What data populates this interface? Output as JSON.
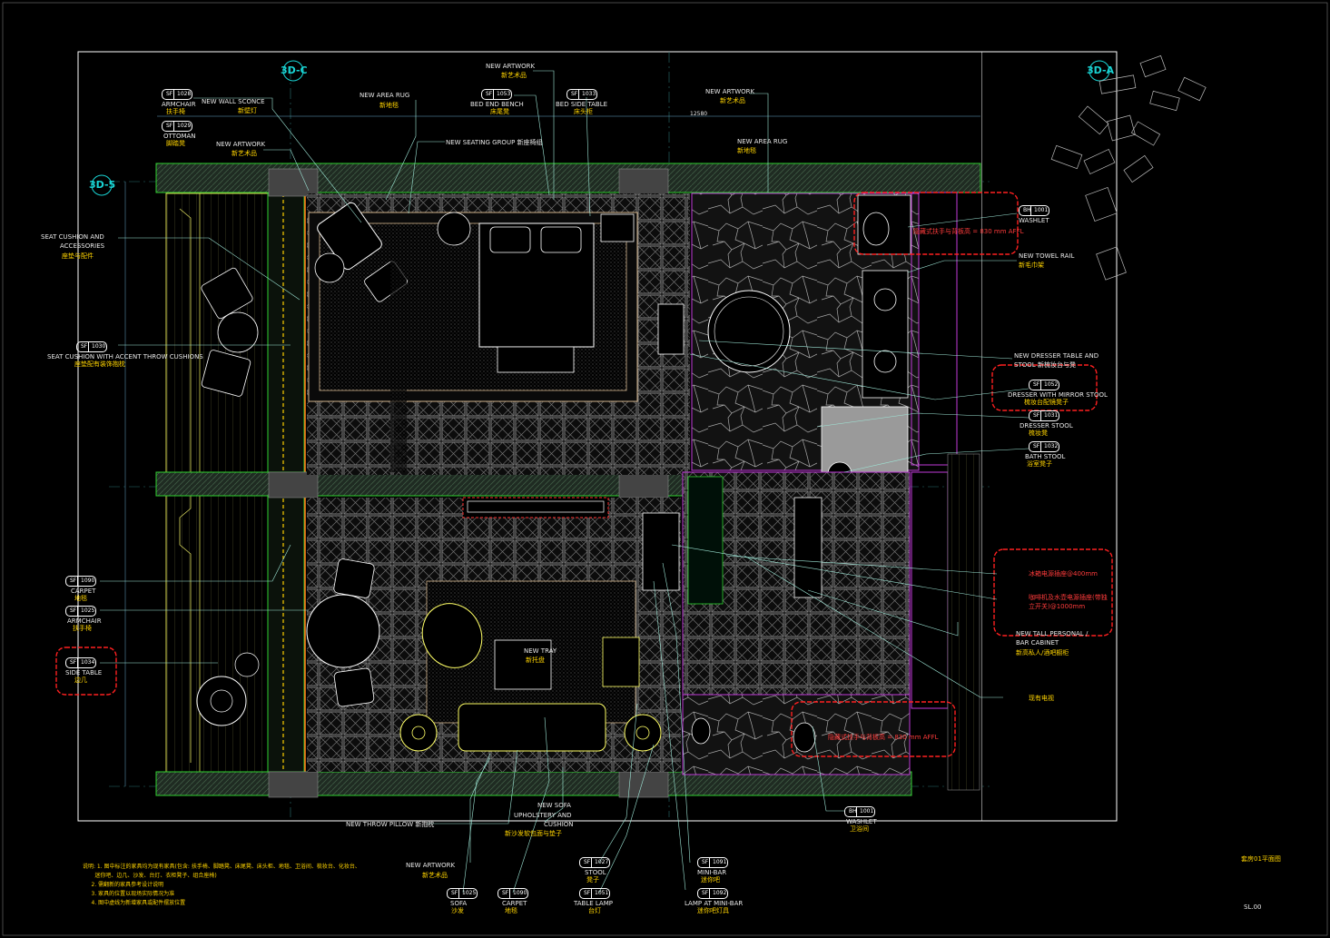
{
  "grid_marks": {
    "g3dc": "3D-C",
    "g3da": "3D-A",
    "g3d5": "3D-5"
  },
  "tags": [
    {
      "id": "t1",
      "a": "SF",
      "b": "1028",
      "en": "ARMCHAIR",
      "cn": "扶手椅"
    },
    {
      "id": "t2",
      "a": "SF",
      "b": "1029",
      "en": "OTTOMAN",
      "cn": "脚踏凳"
    },
    {
      "id": "t3",
      "a": "SF",
      "b": "1053",
      "en": "BED END BENCH",
      "cn": "床尾凳"
    },
    {
      "id": "t4",
      "a": "SF",
      "b": "1033",
      "en": "BED SIDE TABLE",
      "cn": "床头柜"
    },
    {
      "id": "t5",
      "a": "SF",
      "b": "1030",
      "en": "SEAT CUSHION WITH ACCENT THROW CUSHIONS",
      "cn": "座垫配有装饰抱枕"
    },
    {
      "id": "t6",
      "a": "SF",
      "b": "1090",
      "en": "CARPET",
      "cn": "地毯"
    },
    {
      "id": "t7",
      "a": "SF",
      "b": "1025",
      "en": "ARMCHAIR",
      "cn": "扶手椅"
    },
    {
      "id": "t8",
      "a": "SF",
      "b": "1034",
      "en": "SIDE TABLE",
      "cn": "边几"
    },
    {
      "id": "t9",
      "a": "BH",
      "b": "1001",
      "en": "WASHLET",
      "cn": ""
    },
    {
      "id": "t10",
      "a": "SF",
      "b": "1052",
      "en": "DRESSER WITH MIRROR STOOL",
      "cn": "梳妆台配镜凳子"
    },
    {
      "id": "t11",
      "a": "SF",
      "b": "1031",
      "en": "DRESSER STOOL",
      "cn": "梳妆凳"
    },
    {
      "id": "t12",
      "a": "SF",
      "b": "1032",
      "en": "BATH STOOL",
      "cn": "浴室凳子"
    },
    {
      "id": "t13",
      "a": "BH",
      "b": "1001",
      "en": "WASHLET",
      "cn": "卫浴间"
    },
    {
      "id": "t14",
      "a": "SF",
      "b": "1027",
      "en": "STOOL",
      "cn": "凳子"
    },
    {
      "id": "t15",
      "a": "SF",
      "b": "1051",
      "en": "TABLE LAMP",
      "cn": "台灯"
    },
    {
      "id": "t16",
      "a": "SF",
      "b": "1025",
      "en": "SOFA",
      "cn": "沙发"
    },
    {
      "id": "t17",
      "a": "SF",
      "b": "1090",
      "en": "CARPET",
      "cn": "地毯"
    },
    {
      "id": "t18",
      "a": "SF",
      "b": "1091",
      "en": "MINI-BAR",
      "cn": "迷你吧"
    },
    {
      "id": "t19",
      "a": "SF",
      "b": "1092",
      "en": "LAMP AT MINI-BAR",
      "cn": "迷你吧灯具"
    }
  ],
  "labels": {
    "new_wall_sconce": "NEW WALL SCONCE",
    "new_wall_sconce_cn": "新壁灯",
    "new_artwork_1": "NEW ARTWORK",
    "new_artwork_1_cn": "新艺术品",
    "new_area_rug_1": "NEW AREA RUG",
    "new_area_rug_1_cn": "新地毯",
    "new_artwork_2": "NEW ARTWORK",
    "new_artwork_2_cn": "新艺术品",
    "new_artwork_3": "NEW ARTWORK",
    "new_artwork_3_cn": "新艺术品",
    "new_area_rug_2": "NEW AREA RUG",
    "new_area_rug_2_cn": "新地毯",
    "new_seating_group": "NEW SEATING GROUP 新座椅组",
    "seat_cushion": "SEAT CUSHION AND",
    "seat_cushion_2": "ACCESSORIES",
    "seat_cushion_cn": "座垫与配件",
    "washlet_note": "隐藏式扶手与背板高 = 830 mm AFFL",
    "new_towel_rail": "NEW TOWEL RAIL",
    "new_towel_rail_cn": "新毛巾架",
    "new_dresser": "NEW DRESSER TABLE AND",
    "new_dresser_2": "STOOL 新梳妆台与凳",
    "fridge_note": "冰箱电源插座@400mm",
    "coffee_note": "咖啡机及水壶电源插座(带独",
    "coffee_note_2": "立开关)@1000mm",
    "tall_cabinet": "NEW TALL PERSONAL /",
    "tall_cabinet_2": "BAR CABINET",
    "tall_cabinet_cn": "新高私人/酒吧橱柜",
    "existing_tv": "现有电视",
    "new_tray": "NEW TRAY",
    "new_tray_cn": "新托盘",
    "washlet_note_2": "隐藏式扶手与背板高 = 830 mm AFFL",
    "new_throw_pillow": "NEW THROW PILLOW 新抱枕",
    "new_sofa": "NEW SOFA",
    "new_sofa_2": "UPHOLSTERY AND",
    "new_sofa_3": "CUSHION",
    "new_sofa_cn": "新沙发软包面与垫子",
    "new_artwork_4": "NEW ARTWORK",
    "new_artwork_4_cn": "新艺术品",
    "dim_top": "12580",
    "plan_title": "套房01平面图",
    "sheet_no": "SL.00"
  },
  "notes": [
    "说明: 1. 图中标注的家具均为现有家具(包含: 扶手椅、脚踏凳、床尾凳、床头柜、地毯、卫浴间、梳妆台、化妆台、",
    "       迷你吧、边几、沙发、台灯、衣柜凳子、组合座椅)",
    "     2. 需翻新的家具参考设计说明",
    "     3. 家具的位置以现场实际情况为准",
    "     4. 图中虚线为新增家具或配件摆放位置"
  ]
}
